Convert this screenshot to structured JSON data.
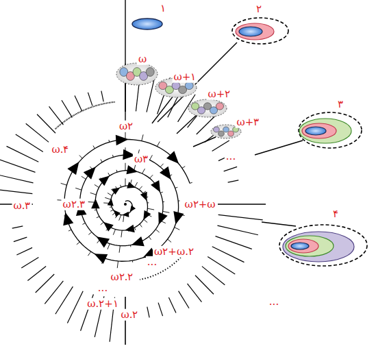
{
  "diagram": {
    "labels": [
      "۱",
      "۲",
      "ω",
      "ω+۱",
      "ω+۲",
      "ω+۳",
      "...",
      "۳",
      "۴",
      "...",
      "ω۲",
      "ω.۴",
      "ω۳",
      "ω.۳",
      "ω۲.۳",
      "ω۲+ω",
      "ω۲+ω.۲",
      "...",
      "ω۲.۲",
      "...",
      "ω.۲+۱",
      "ω.۲"
    ]
  }
}
